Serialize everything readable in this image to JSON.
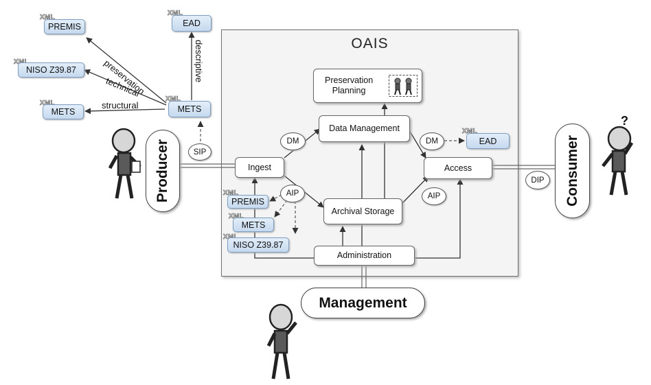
{
  "oais_title": "OAIS",
  "components": {
    "preservation_planning": [
      "Preservation",
      "Planning"
    ],
    "data_management": "Data Management",
    "ingest": "Ingest",
    "access": "Access",
    "archival_storage": "Archival Storage",
    "administration": "Administration"
  },
  "actors": {
    "producer": "Producer",
    "consumer": "Consumer",
    "management": "Management"
  },
  "xml_tag": "XML",
  "metadata_top": {
    "premis": "PREMIS",
    "niso": "NISO Z39.87",
    "mets_left": "METS",
    "mets_center": "METS",
    "ead": "EAD"
  },
  "metadata_inner": {
    "premis": "PREMIS",
    "mets": "METS",
    "niso": "NISO Z39.87",
    "ead": "EAD"
  },
  "edge_labels": {
    "preservation": "preservation",
    "technical": "technical",
    "structural": "structural",
    "descriptive": "descriptive"
  },
  "packages": {
    "sip": "SIP",
    "dip": "DIP",
    "aip_inner": "AIP",
    "aip_access": "AIP",
    "dm_left": "DM",
    "dm_right": "DM"
  },
  "consumer_question": "?"
}
